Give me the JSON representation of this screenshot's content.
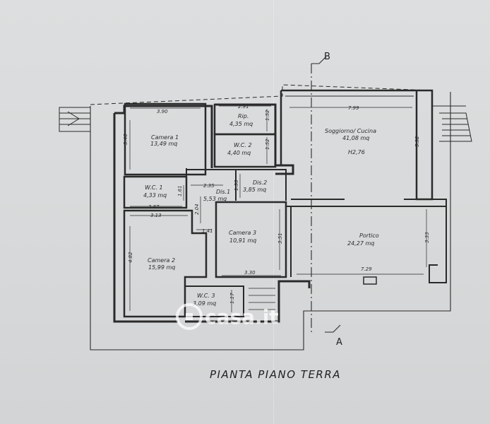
{
  "title": "PIANTA PIANO TERRA",
  "watermark": "casa.it",
  "section_marks": {
    "top": "B",
    "bottom": "A"
  },
  "rooms": {
    "camera1": {
      "name": "Camera 1",
      "area": "13,49 mq",
      "width": "3.90",
      "height": "3.46"
    },
    "rip": {
      "name": "Rip.",
      "area": "4,35 mq",
      "width": "2.91",
      "height": "1.52"
    },
    "wc2": {
      "name": "W.C. 2",
      "area": "4,40 mq",
      "height": "1.52"
    },
    "soggiorno": {
      "name": "Soggiorno/ Cucina",
      "area": "41,08 mq",
      "h": "H2,76",
      "width": "7.99",
      "height": "5.32"
    },
    "wc1": {
      "name": "W.C. 1",
      "area": "4,33 mq",
      "width": "2.87",
      "height": "1.61"
    },
    "dis1": {
      "name": "Dis.1",
      "area": "5,53 mq",
      "width": "2.35",
      "height": "2.04",
      "extra": "1.41"
    },
    "dis2": {
      "name": "Dis.2",
      "area": "3,85 mq",
      "height": "1.53"
    },
    "camera2": {
      "name": "Camera 2",
      "area": "15,99 mq",
      "width": "3.13",
      "height": "4.82"
    },
    "camera3": {
      "name": "Camera 3",
      "area": "10,91 mq",
      "width": "3.30",
      "height": "3.51"
    },
    "portico": {
      "name": "Portico",
      "area": "24,27 mq",
      "width": "7.29",
      "height": "3.33"
    },
    "wc3": {
      "name": "W.C. 3",
      "area": "3,09 mq",
      "height": "1.17"
    }
  }
}
